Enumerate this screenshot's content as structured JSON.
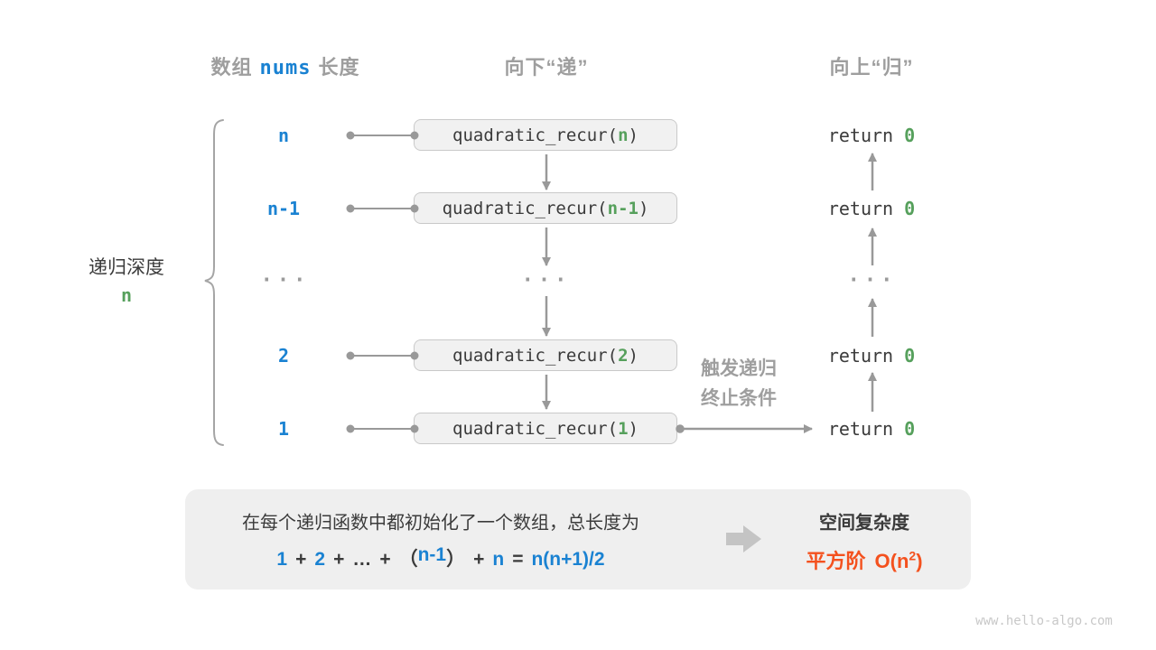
{
  "headers": {
    "array_label_prefix": "数组",
    "array_code": "nums",
    "array_label_suffix": "长度",
    "descend": "向下“递”",
    "ascend": "向上“归”"
  },
  "depth_brace": {
    "label": "递归深度",
    "value": "n"
  },
  "call_rows": [
    {
      "length": "n",
      "fn": "quadratic_recur(",
      "arg": "n",
      "close": ")",
      "ret_kw": "return",
      "ret_val": "0"
    },
    {
      "length": "n-1",
      "fn": "quadratic_recur(",
      "arg": "n-1",
      "close": ")",
      "ret_kw": "return",
      "ret_val": "0"
    },
    {
      "length": "2",
      "fn": "quadratic_recur(",
      "arg": "2",
      "close": ")",
      "ret_kw": "return",
      "ret_val": "0"
    },
    {
      "length": "1",
      "fn": "quadratic_recur(",
      "arg": "1",
      "close": ")",
      "ret_kw": "return",
      "ret_val": "0"
    }
  ],
  "ellipsis": "...",
  "trigger_note": {
    "line1": "触发递归",
    "line2": "终止条件"
  },
  "summary_panel": {
    "description": "在每个递归函数中都初始化了一个数组，总长度为",
    "formula_tokens": [
      {
        "text": "1",
        "color": "blue"
      },
      {
        "text": "+",
        "color": "dark"
      },
      {
        "text": "2",
        "color": "blue"
      },
      {
        "text": "+",
        "color": "dark"
      },
      {
        "text": "…",
        "color": "dark"
      },
      {
        "text": "+",
        "color": "dark"
      },
      {
        "text": "（",
        "color": "dark"
      },
      {
        "text": "n-1",
        "color": "blue"
      },
      {
        "text": "）",
        "color": "dark"
      },
      {
        "text": "+",
        "color": "dark"
      },
      {
        "text": "n",
        "color": "blue"
      },
      {
        "text": "=",
        "color": "dark"
      },
      {
        "text": "n(n+1)/2",
        "color": "blue"
      }
    ],
    "complexity_title": "空间复杂度",
    "complexity_class": "平方阶",
    "complexity_o_prefix": "O(n",
    "complexity_exponent": "2",
    "complexity_o_suffix": ")"
  },
  "watermark": "www.hello-algo.com",
  "colors": {
    "blue": "#1a82d2",
    "green": "#56a05c",
    "orange": "#f4511e",
    "gray_label": "#9e9e9e",
    "dark_text": "#3b3b3b",
    "arrow_line": "#999999",
    "box_bg": "#f1f1f1",
    "box_border": "#c9c9c9",
    "panel_bg": "#efefef"
  }
}
